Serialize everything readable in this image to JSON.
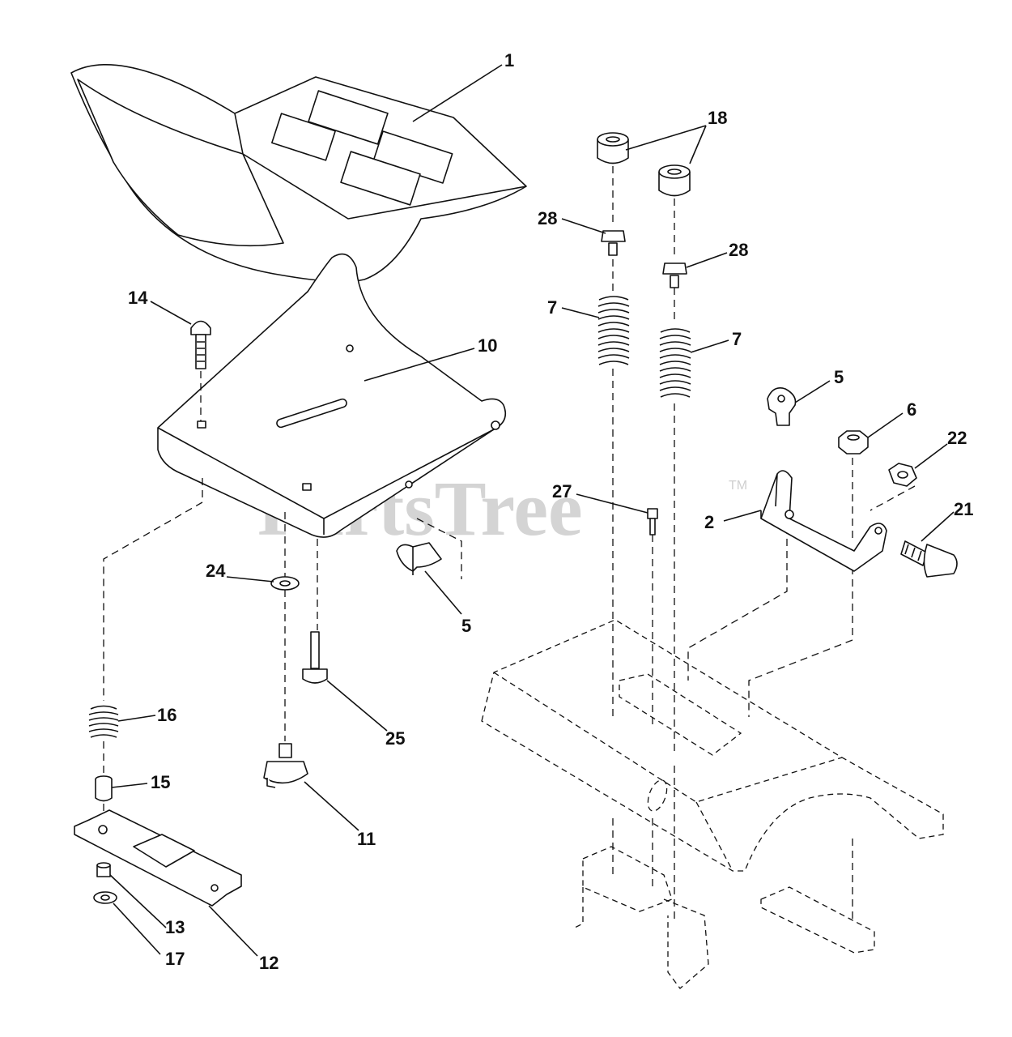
{
  "watermark": "PartsTree",
  "trademark": "TM",
  "callouts": {
    "c1": "1",
    "c18": "18",
    "c28a": "28",
    "c28b": "28",
    "c7a": "7",
    "c7b": "7",
    "c14": "14",
    "c10": "10",
    "c5a": "5",
    "c6": "6",
    "c22": "22",
    "c27": "27",
    "c2": "2",
    "c21": "21",
    "c24": "24",
    "c5b": "5",
    "c16": "16",
    "c25": "25",
    "c15": "15",
    "c11": "11",
    "c13": "13",
    "c12": "12",
    "c17": "17"
  }
}
